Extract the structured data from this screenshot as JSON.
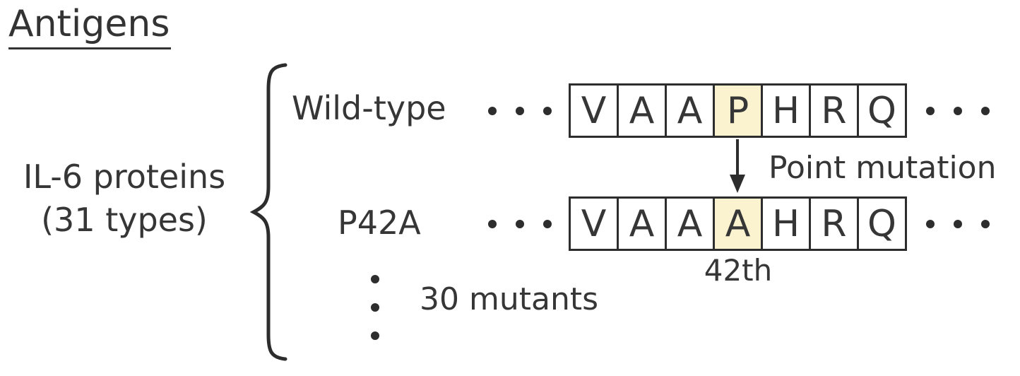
{
  "title": "Antigens",
  "group": {
    "name_line1": "IL-6 proteins",
    "name_line2": "(31 types)"
  },
  "rows": [
    {
      "label": "Wild-type",
      "cells": [
        "V",
        "A",
        "A",
        "P",
        "H",
        "R",
        "Q"
      ],
      "highlight_index": 3,
      "highlighted_residue": "P"
    },
    {
      "label": "P42A",
      "cells": [
        "V",
        "A",
        "A",
        "A",
        "H",
        "R",
        "Q"
      ],
      "highlight_index": 3,
      "highlighted_residue": "A"
    }
  ],
  "labels": {
    "point_mutation": "Point mutation",
    "position": "42th",
    "mutants": "30 mutants"
  },
  "colors": {
    "highlight": "#FBF2CF",
    "text": "#363636",
    "border": "#2D2D2D",
    "background": "#FFFFFF"
  }
}
